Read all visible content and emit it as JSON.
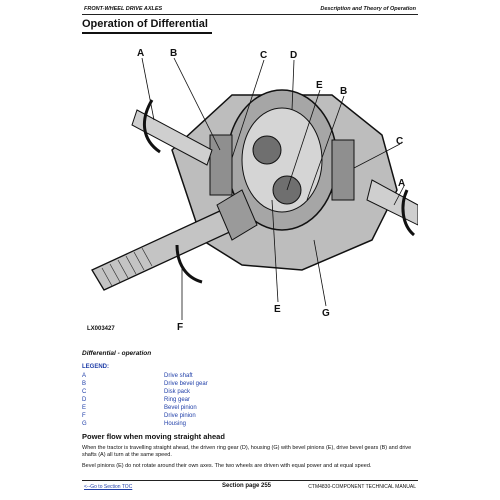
{
  "header": {
    "left": "FRONT-WHEEL DRIVE AXLES",
    "right": "Description and Theory of Operation"
  },
  "title": "Operation of Differential",
  "figure": {
    "code": "LX003427",
    "callouts": [
      "A",
      "B",
      "C",
      "D",
      "E",
      "B",
      "C",
      "A",
      "F",
      "E",
      "G"
    ],
    "caption": "Differential - operation"
  },
  "legend": {
    "title": "LEGEND:",
    "items": [
      {
        "key": "A",
        "value": "Drive shaft"
      },
      {
        "key": "B",
        "value": "Drive bevel gear"
      },
      {
        "key": "C",
        "value": "Disk pack"
      },
      {
        "key": "D",
        "value": "Ring gear"
      },
      {
        "key": "E",
        "value": "Bevel pinion"
      },
      {
        "key": "F",
        "value": "Drive pinion"
      },
      {
        "key": "G",
        "value": "Housing"
      }
    ]
  },
  "section": {
    "heading": "Power flow when moving straight ahead",
    "paragraphs": [
      "When the tractor is travelling straight ahead, the driven ring gear (D), housing (G) with bevel pinions (E), drive bevel gears (B) and drive shafts (A) all turn at the same speed.",
      "Bevel pinions (E) do not rotate around their own axes. The two wheels are driven with equal power and at equal speed."
    ]
  },
  "footer": {
    "left": "<--Go to Section TOC",
    "middle": "Section page 255",
    "right": "CTM4830-COMPONENT TECHNICAL MANUAL"
  }
}
